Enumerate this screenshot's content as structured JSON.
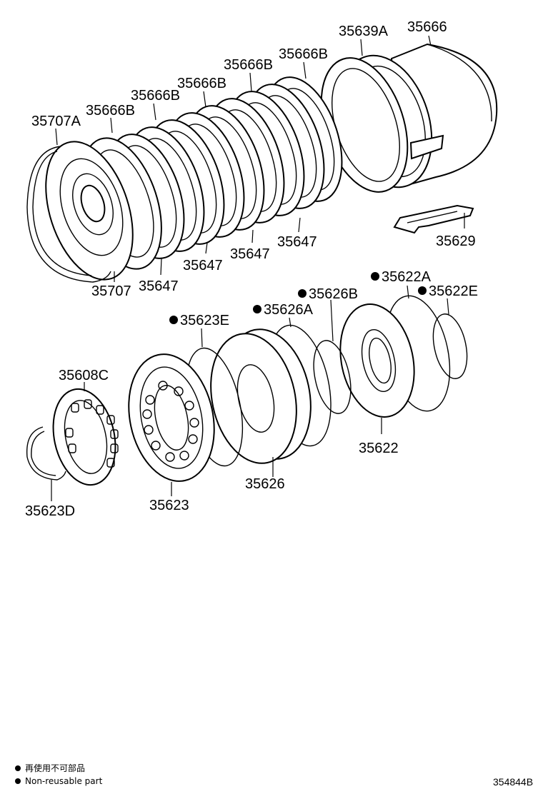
{
  "labels": {
    "p35639A": "35639A",
    "p35666": "35666",
    "p35666B_a": "35666B",
    "p35666B_b": "35666B",
    "p35666B_c": "35666B",
    "p35666B_d": "35666B",
    "p35666B_e": "35666B",
    "p35707A": "35707A",
    "p35707": "35707",
    "p35647_a": "35647",
    "p35647_b": "35647",
    "p35647_c": "35647",
    "p35647_d": "35647",
    "p35629": "35629",
    "p35622A": "35622A",
    "p35622E": "35622E",
    "p35626B": "35626B",
    "p35626A": "35626A",
    "p35623E": "35623E",
    "p35608C": "35608C",
    "p35622": "35622",
    "p35626": "35626",
    "p35623": "35623",
    "p35623D": "35623D"
  },
  "legend": {
    "line1": "再使用不可部品",
    "line2": "Non-reusable part"
  },
  "diagram_code": "354844B"
}
